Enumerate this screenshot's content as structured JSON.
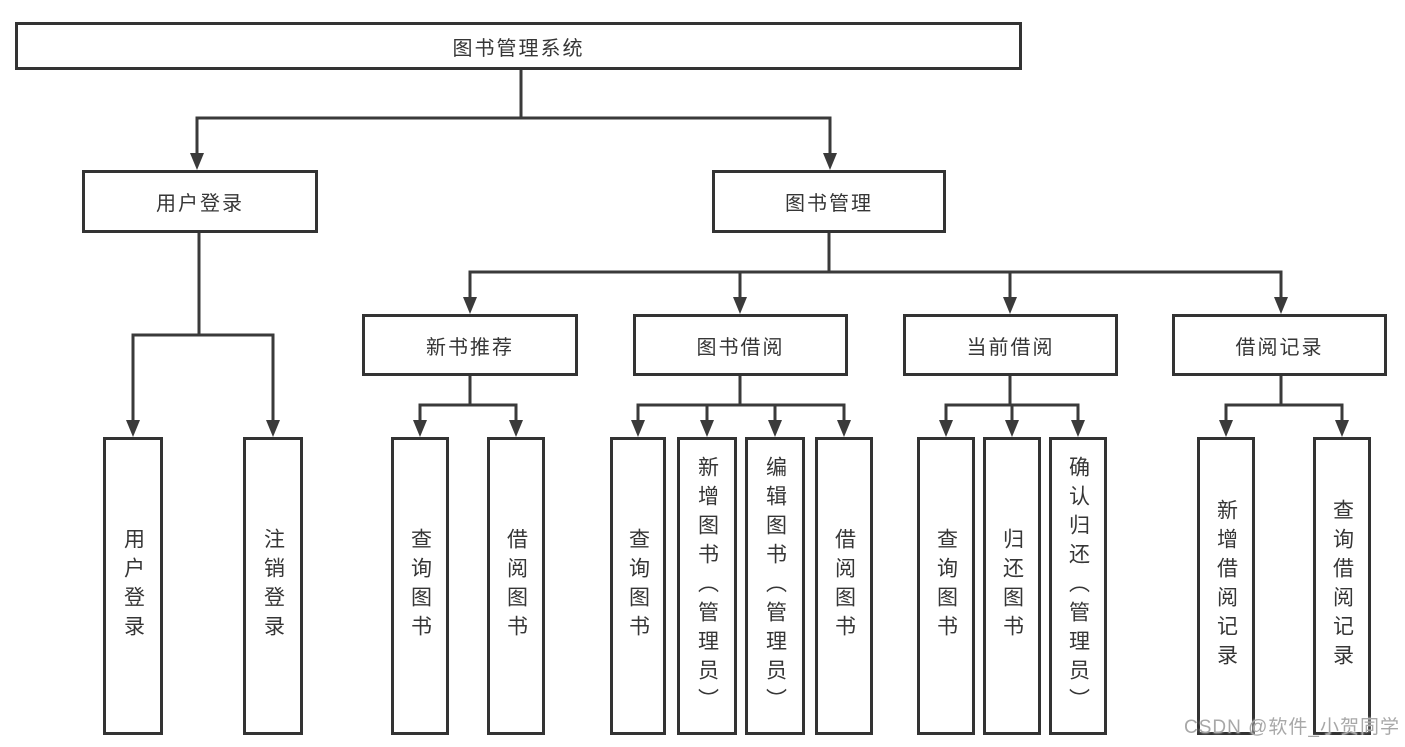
{
  "diagram_type": "hierarchy-tree",
  "tree": {
    "label": "图书管理系统",
    "children": [
      {
        "label": "用户登录",
        "children": [
          {
            "label": "用户登录"
          },
          {
            "label": "注销登录"
          }
        ]
      },
      {
        "label": "图书管理",
        "children": [
          {
            "label": "新书推荐",
            "children": [
              {
                "label": "查询图书"
              },
              {
                "label": "借阅图书"
              }
            ]
          },
          {
            "label": "图书借阅",
            "children": [
              {
                "label": "查询图书"
              },
              {
                "label": "新增图书（管理员）"
              },
              {
                "label": "编辑图书（管理员）"
              },
              {
                "label": "借阅图书"
              }
            ]
          },
          {
            "label": "当前借阅",
            "children": [
              {
                "label": "查询图书"
              },
              {
                "label": "归还图书"
              },
              {
                "label": "确认归还（管理员）"
              }
            ]
          },
          {
            "label": "借阅记录",
            "children": [
              {
                "label": "新增借阅记录"
              },
              {
                "label": "查询借阅记录"
              }
            ]
          }
        ]
      }
    ]
  },
  "watermark": "CSDN @软件_小贺同学",
  "colors": {
    "background": "#ffffff",
    "line": "#3a3a3a",
    "box_border": "#333333",
    "text": "#363636",
    "watermark": "#a8a8a8"
  }
}
